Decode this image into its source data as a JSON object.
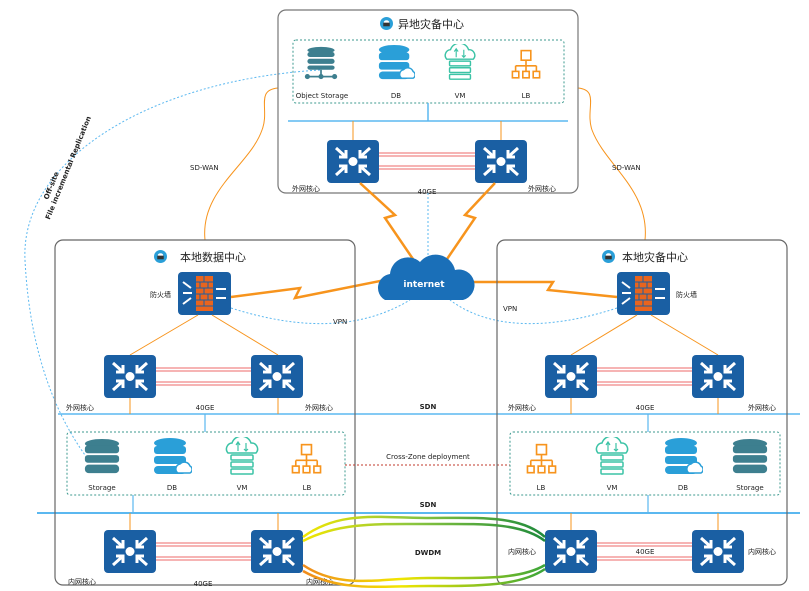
{
  "offsite": {
    "title": "异地灾备中心",
    "services": [
      "Object Storage",
      "DB",
      "VM",
      "LB"
    ],
    "core_left": "外网核心",
    "core_right": "外网核心",
    "link": "40GE"
  },
  "local": {
    "title": "本地数据中心",
    "firewall": "防火墙",
    "ext_core_left": "外网核心",
    "ext_core_right": "外网核心",
    "ext_link": "40GE",
    "services": [
      "Storage",
      "DB",
      "VM",
      "LB"
    ],
    "int_core_left": "内网核心",
    "int_core_right": "内网核心",
    "int_link": "40GE"
  },
  "local_dr": {
    "title": "本地灾备中心",
    "firewall": "防火墙",
    "ext_core_left": "外网核心",
    "ext_core_right": "外网核心",
    "ext_link": "40GE",
    "services": [
      "LB",
      "VM",
      "DB",
      "Storage"
    ],
    "int_core_left": "内网核心",
    "int_core_right": "内网核心",
    "int_link": "40GE"
  },
  "links": {
    "internet": "internet",
    "vpn_left": "VPN",
    "vpn_right": "VPN",
    "sdwan_left": "SD-WAN",
    "sdwan_right": "SD-WAN",
    "sdn_top": "SDN",
    "sdn_bottom": "SDN",
    "cross_zone": "Cross-Zone deployment",
    "dwdm": "DWDM",
    "replication_1": "Off-site",
    "replication_2": "File incremental Replication"
  },
  "colors": {
    "switch": "#1a5fa3",
    "firewall_brick": "#e8641e",
    "orange_link": "#f7941d",
    "sdn_line": "#5bb8f0",
    "red_link": "#e63939",
    "storage": "#3d7f8f",
    "db": "#2a9fd8",
    "vm": "#3cc3a6",
    "lb": "#f7941d"
  }
}
